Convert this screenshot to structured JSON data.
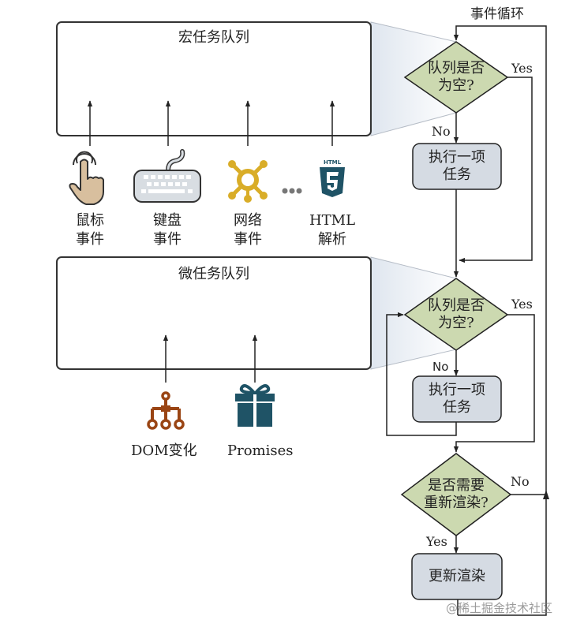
{
  "title": "事件循环",
  "macrotask_queue": {
    "title": "宏任务队列",
    "sources": [
      {
        "icon": "mouse-click-icon",
        "label_line1": "鼠标",
        "label_line2": "事件"
      },
      {
        "icon": "keyboard-icon",
        "label_line1": "键盘",
        "label_line2": "事件"
      },
      {
        "icon": "network-icon",
        "label_line1": "网络",
        "label_line2": "事件"
      },
      {
        "icon": "html5-icon",
        "label_line1": "HTML",
        "label_line2": "解析"
      }
    ],
    "ellipsis": "•••"
  },
  "microtask_queue": {
    "title": "微任务队列",
    "sources": [
      {
        "icon": "dom-tree-icon",
        "label": "DOM变化"
      },
      {
        "icon": "gift-icon",
        "label": "Promises"
      }
    ]
  },
  "flow": {
    "macro_check": {
      "line1": "队列是否",
      "line2": "为空?",
      "yes": "Yes",
      "no": "No"
    },
    "macro_task": {
      "line1": "执行一项",
      "line2": "任务"
    },
    "micro_check": {
      "line1": "队列是否",
      "line2": "为空?",
      "yes": "Yes",
      "no": "No"
    },
    "micro_task": {
      "line1": "执行一项",
      "line2": "任务"
    },
    "render_check": {
      "line1": "是否需要",
      "line2": "重新渲染?",
      "yes": "Yes",
      "no": "No"
    },
    "render": {
      "label": "更新渲染"
    }
  },
  "watermark": "@稀土掘金技术社区",
  "colors": {
    "decision_fill": "#ccd9b0",
    "process_fill": "#d5dbe3",
    "line": "#222222",
    "hand": "#d8bf9e",
    "keyboard": "#d8dde2",
    "network": "#d9ad28",
    "html5": "#1f5366",
    "dom": "#9a4514",
    "gift": "#1f5366"
  }
}
